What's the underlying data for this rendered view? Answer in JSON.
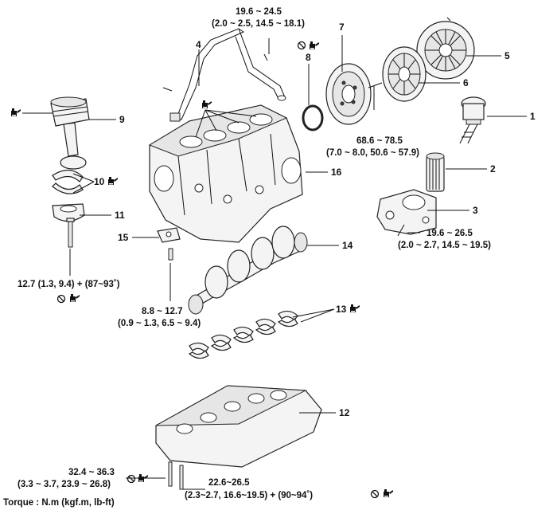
{
  "callouts": {
    "c1": "1",
    "c2": "2",
    "c3": "3",
    "c4": "4",
    "c5": "5",
    "c6": "6",
    "c7": "7",
    "c8": "8",
    "c9": "9",
    "c10": "10",
    "c11": "11",
    "c12": "12",
    "c13": "13",
    "c14": "14",
    "c15": "15",
    "c16": "16"
  },
  "torques": {
    "t_top_a": "19.6 ~ 24.5",
    "t_top_b": "(2.0 ~ 2.5, 14.5 ~ 18.1)",
    "t_fly_a": "68.6 ~ 78.5",
    "t_fly_b": "(7.0 ~ 8.0, 50.6 ~ 57.9)",
    "t_hsg_a": "19.6 ~ 26.5",
    "t_hsg_b": "(2.0 ~ 2.7, 14.5 ~ 19.5)",
    "t_rod": "12.7 (1.3, 9.4) + (87~93˚)",
    "t_mid_a": "8.8 ~ 12.7",
    "t_mid_b": "(0.9 ~ 1.3, 6.5 ~ 9.4)",
    "t_bl_a": "32.4 ~ 36.3",
    "t_bl_b": "(3.3 ~ 3.7, 23.9 ~ 26.8)",
    "t_br_a": "22.6~26.5",
    "t_br_b": "(2.3~2.7, 16.6~19.5) + (90~94˚)"
  },
  "legend": {
    "unit_note": "Torque : N.m (kgf.m, lb-ft)"
  },
  "icons": [
    "no-reuse-icon",
    "oil-can-icon"
  ]
}
